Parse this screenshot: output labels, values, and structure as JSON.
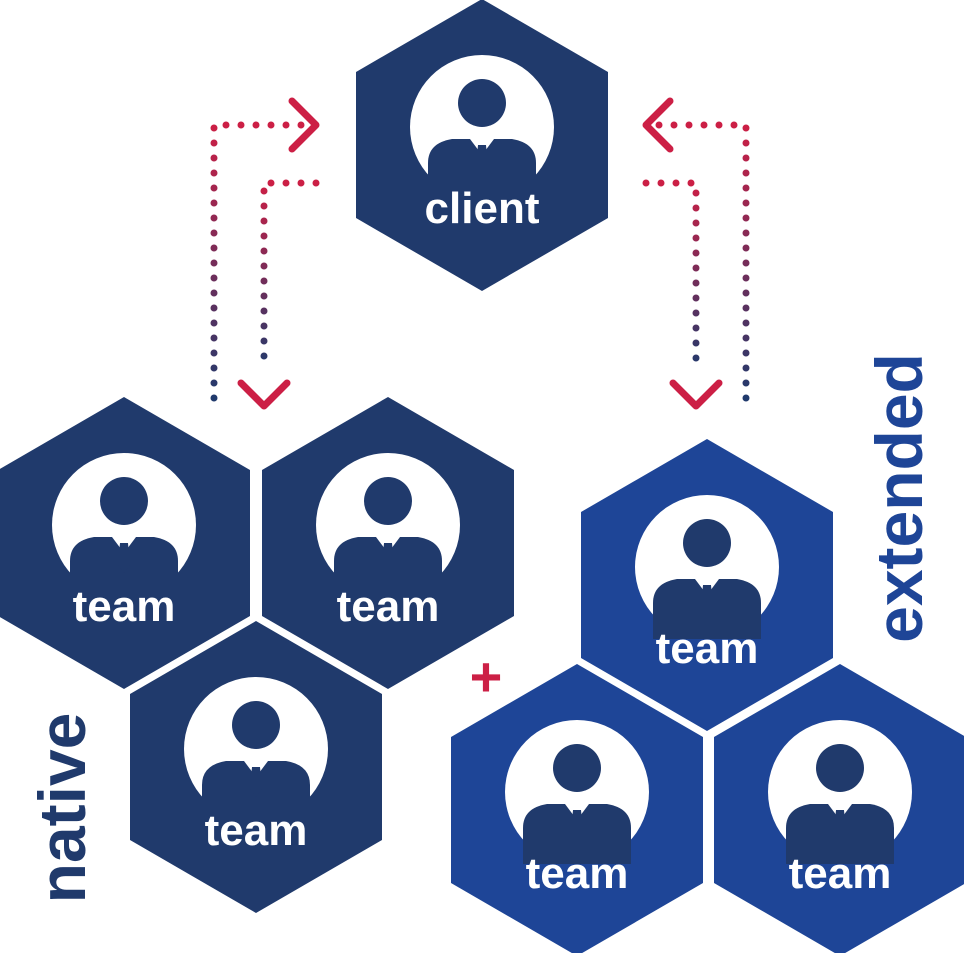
{
  "colors": {
    "native_hex": "#203a6c",
    "extended_hex": "#1e4597",
    "accent_red": "#cc1f45",
    "dots_navy": "#203a6c",
    "person_fill": "#203a6c",
    "label_native": "#203a6c",
    "label_extended": "#1e4597"
  },
  "icons": {
    "person": "person-silhouette-icon",
    "plus": "plus-icon",
    "arrow": "chevron-arrow-icon"
  },
  "client": {
    "label": "client"
  },
  "native_group": {
    "side_label": "native",
    "teams": [
      {
        "label": "team"
      },
      {
        "label": "team"
      },
      {
        "label": "team"
      }
    ]
  },
  "extended_group": {
    "side_label": "extended",
    "teams": [
      {
        "label": "team"
      },
      {
        "label": "team"
      },
      {
        "label": "team"
      }
    ]
  },
  "connector": {
    "plus_sign": "+"
  }
}
